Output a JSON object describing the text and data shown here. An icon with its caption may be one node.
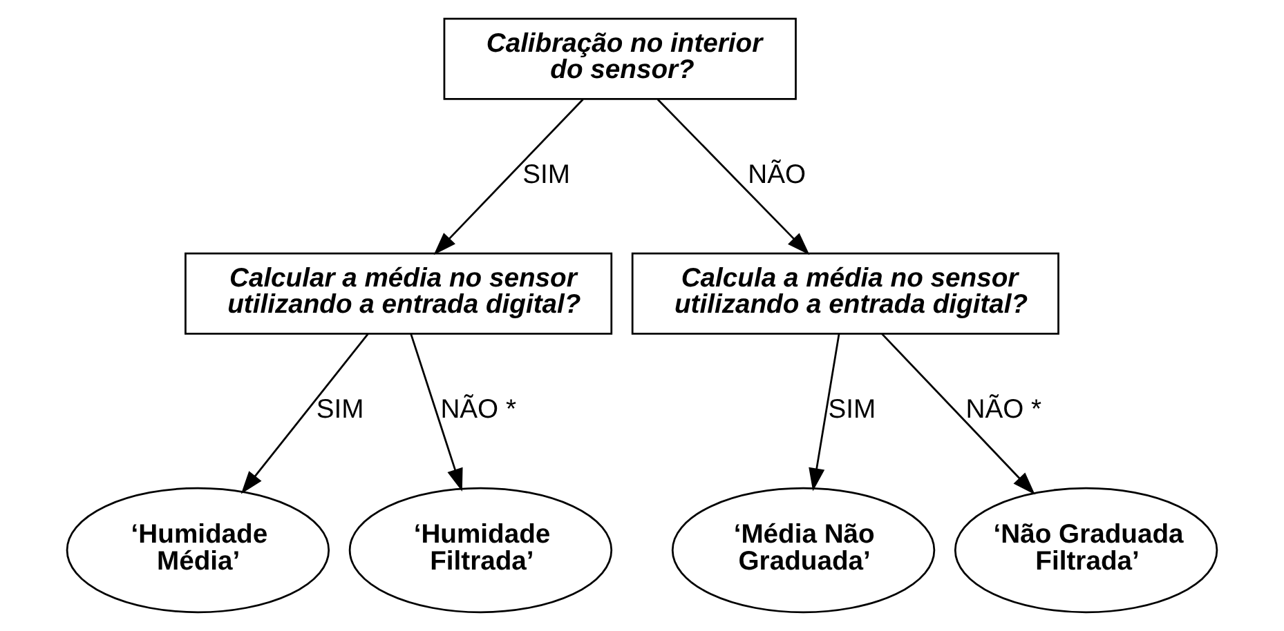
{
  "diagram": {
    "nodes": [
      {
        "text": [
          "Calibração no interior do sensor?"
        ]
      },
      {
        "text": [
          "Calcular a média no sensor utilizando a entrada digital?"
        ]
      },
      {
        "text": [
          "Calcula a média no sensor utilizando a entrada digital?"
        ]
      },
      {
        "text": [
          "‘Humidade Média’"
        ]
      },
      {
        "text": [
          "‘Humidade Filtrada’"
        ]
      },
      {
        "text": [
          "‘Média Não Graduada’"
        ]
      },
      {
        "text": [
          "‘Não Graduada Filtrada’"
        ]
      }
    ],
    "edges": [
      {
        "from": 0,
        "to": 1,
        "arrow": "to",
        "label": "SIM"
      },
      {
        "from": 0,
        "to": 2,
        "arrow": "to",
        "label": "NÃO"
      },
      {
        "from": 1,
        "to": 3,
        "arrow": "to",
        "label": "SIM"
      },
      {
        "from": 1,
        "to": 4,
        "arrow": "to",
        "label": "NÃO *"
      },
      {
        "from": 2,
        "to": 5,
        "arrow": "to",
        "label": "SIM"
      },
      {
        "from": 2,
        "to": 6,
        "arrow": "to",
        "label": "NÃO *"
      }
    ]
  }
}
